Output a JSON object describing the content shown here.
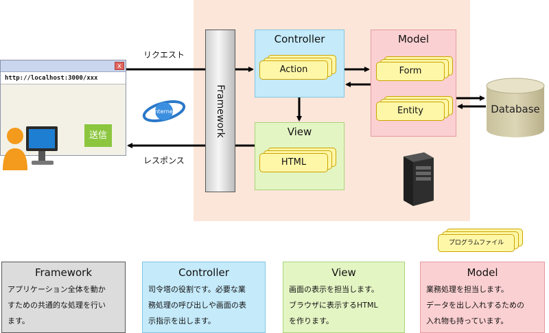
{
  "browser": {
    "url": "http://localhost:3000/xxx",
    "close_label": "x",
    "send_button_label": "送信"
  },
  "flow": {
    "request_label": "リクエスト",
    "response_label": "レスポンス",
    "internet_label": "Internet"
  },
  "framework": {
    "label": "Framework"
  },
  "controller": {
    "title": "Controller",
    "file_label": "Action"
  },
  "view": {
    "title": "View",
    "file_label": "HTML"
  },
  "model": {
    "title": "Model",
    "files": [
      "Form",
      "Entity"
    ]
  },
  "database": {
    "label": "Database"
  },
  "legend": {
    "program_file_label": "プログラムファイル",
    "items": [
      {
        "title": "Framework",
        "lines": [
          "アプリケーション全体を動か",
          "すための共通的な処理を行い",
          "ます。"
        ]
      },
      {
        "title": "Controller",
        "lines": [
          "司令塔の役割です。必要な業",
          "務処理の呼び出しや画面の表",
          "示指示を出します。"
        ]
      },
      {
        "title": "View",
        "lines": [
          "画面の表示を担当します。",
          "ブラウザに表示するHTML",
          "を作ります。"
        ]
      },
      {
        "title": "Model",
        "lines": [
          "業務処理を担当します。",
          "データを出し入れするための",
          "入れ物も持っています。"
        ]
      }
    ]
  },
  "colors": {
    "server_zone": "#fbe6d9",
    "controller": "#c5eafa",
    "view": "#e4f5c4",
    "model": "#fbd0d2",
    "framework": "#dcdcdc",
    "file_card": "#fff7a8",
    "send_button": "#8cc63f"
  }
}
